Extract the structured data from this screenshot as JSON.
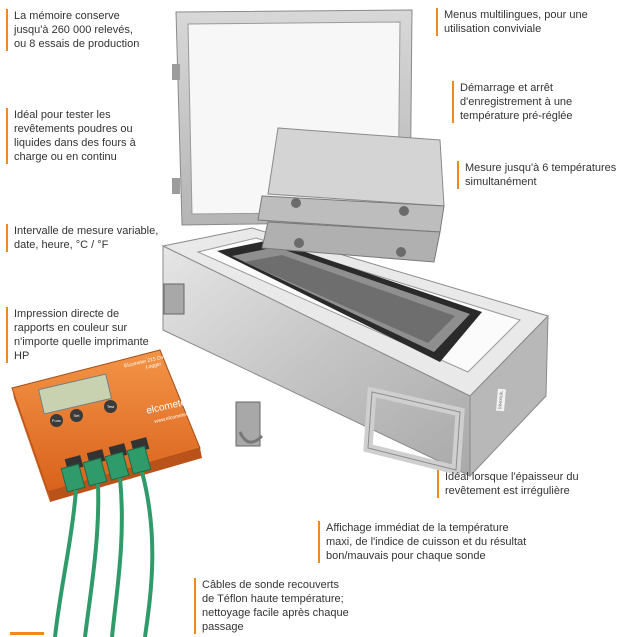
{
  "callouts": {
    "memory": "La mémoire conserve\njusqu'à 260 000 relevés,\nou 8 essais de production",
    "coatings": "Idéal pour tester les\nrevêtements poudres ou\nliquides dans des fours à\ncharge ou en continu",
    "interval": "Intervalle de mesure variable,\ndate, heure, °C / °F",
    "printing": "Impression directe de\nrapports en couleur sur\nn'importe quelle imprimante\nHP",
    "menus": "Menus multilingues, pour une\nutilisation conviviale",
    "start_stop": "Démarrage et arrêt\nd'enregistrement à une\ntempérature pré-réglée",
    "temps": "Mesure jusqu'à 6 températures\nsimultanément",
    "thickness": "Idéal lorsque l'épaisseur du\nrevêtement est irrégulière",
    "display": "Affichage immédiat de la température\nmaxi, de l'indice de cuisson et du résultat\nbon/mauvais pour chaque sonde",
    "cables": "Câbles de sonde recouverts\nde Téflon haute température;\nnettoyage facile après chaque\npassage"
  },
  "device": {
    "brand": "elcometer",
    "model": "Elcometer 215\nOven Data Logger",
    "url": "www.elcometer.com",
    "buttons": [
      "Func",
      "Set",
      "Test"
    ]
  },
  "colors": {
    "accent": "#f08a1c",
    "device": "#e8742a",
    "steel": "#c9c9c9",
    "cable": "#2f9a6a"
  }
}
